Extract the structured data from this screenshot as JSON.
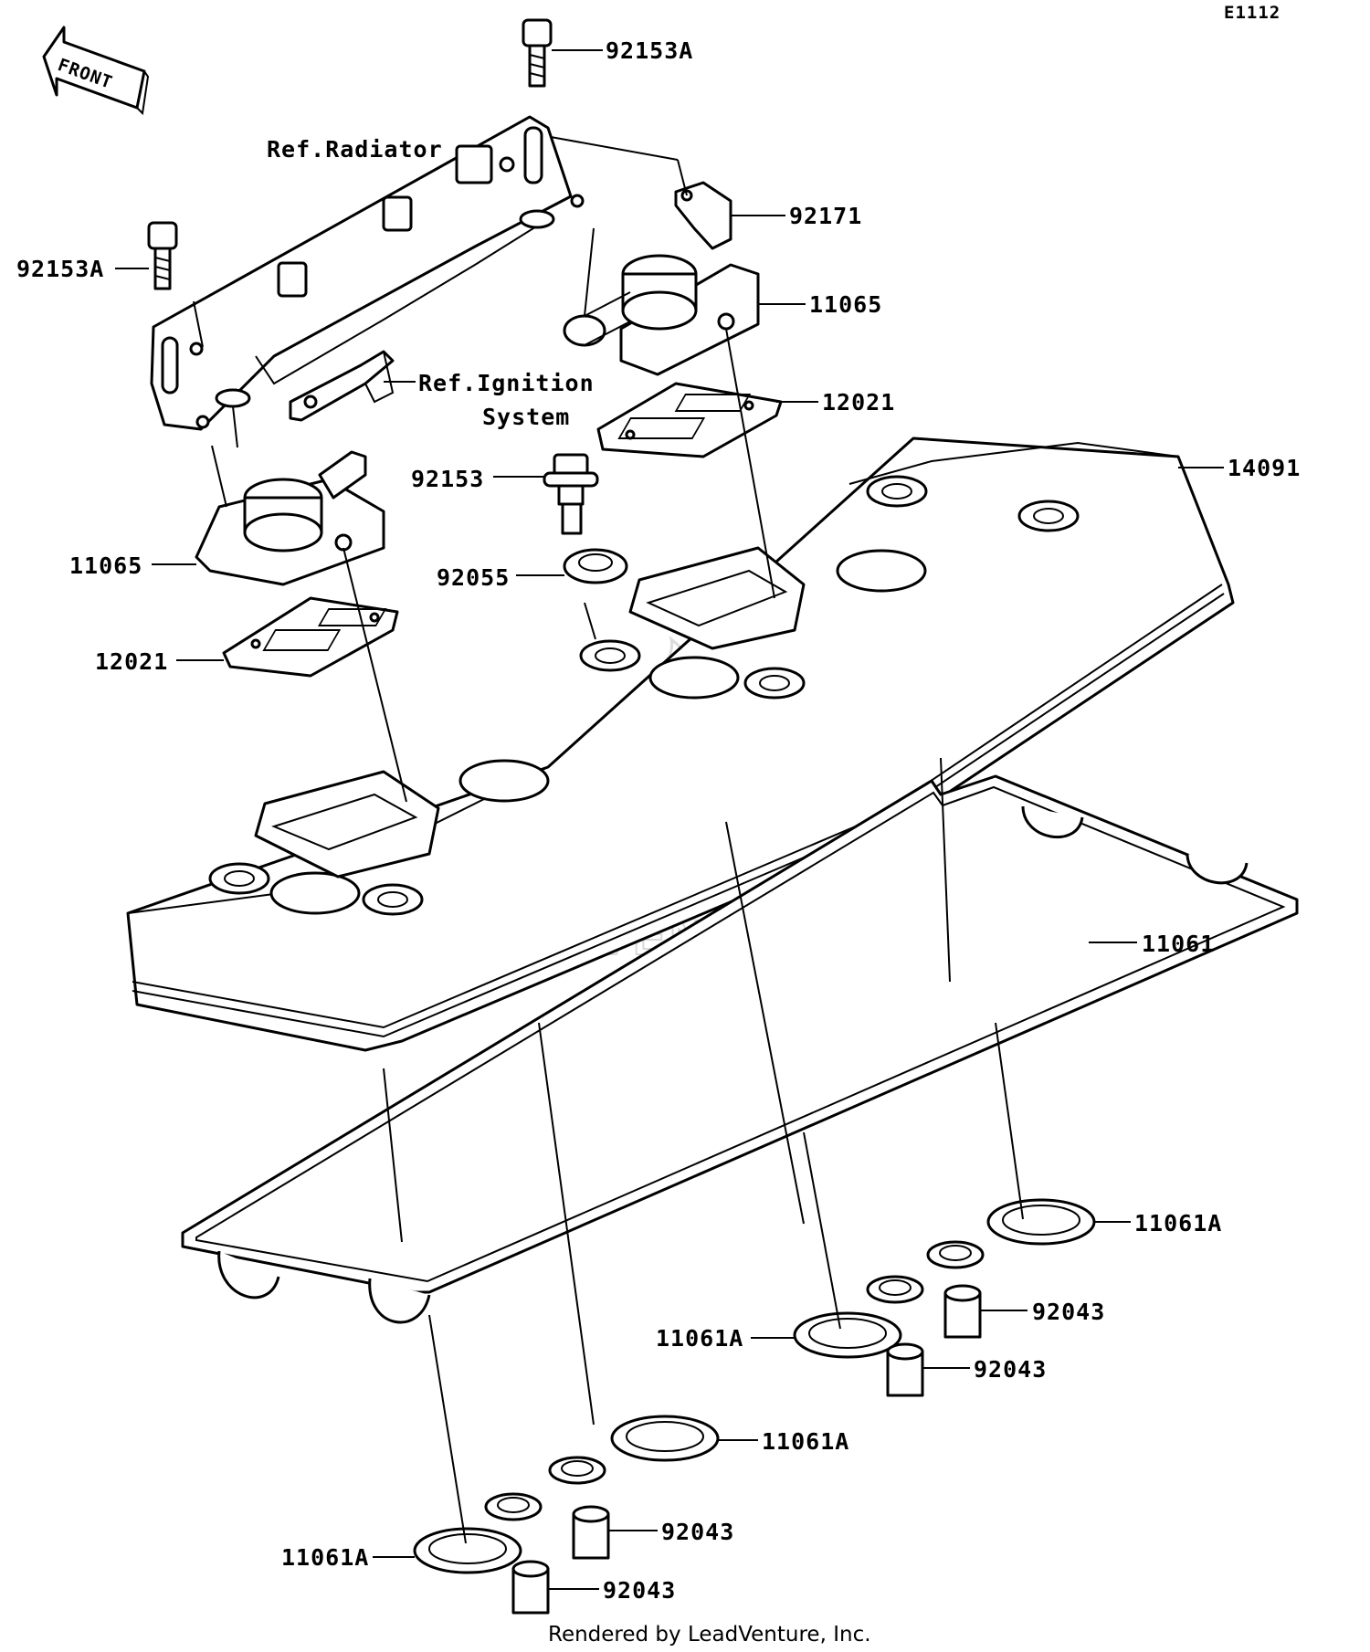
{
  "diagram_code": "E1112",
  "front_label": "FRONT",
  "ref_radiator": "Ref.Radiator",
  "ref_ignition": [
    "Ref.Ignition",
    "System"
  ],
  "parts": {
    "p92153A_top": "92153A",
    "p92153A_left": "92153A",
    "p92171": "92171",
    "p11065_right": "11065",
    "p12021_right": "12021",
    "p14091": "14091",
    "p92153": "92153",
    "p92055": "92055",
    "p11065_left": "11065",
    "p12021_left": "12021",
    "p11061": "11061",
    "p11061A_1": "11061A",
    "p92043_1": "92043",
    "p11061A_2": "11061A",
    "p92043_2": "92043",
    "p11061A_3": "11061A",
    "p92043_3": "92043",
    "p11061A_4": "11061A",
    "p92043_4": "92043"
  },
  "watermark": "LEADVENTURE",
  "footer": "Rendered by LeadVenture, Inc."
}
